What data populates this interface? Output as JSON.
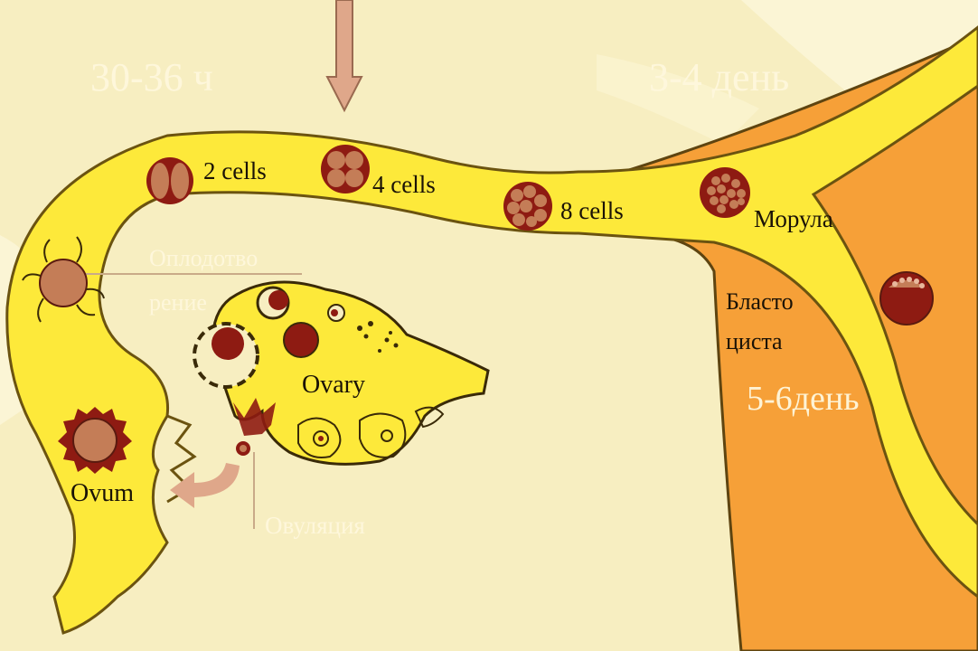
{
  "labels": {
    "time_30_36": "30-36 ч",
    "time_3_4": "3-4 день",
    "time_5_6": "5-6день",
    "cells_2": "2 cells",
    "cells_4": "4 cells",
    "cells_8": "8 cells",
    "morula": "Морула",
    "fertilization_line1": "Оплодотво",
    "fertilization_line2": "рение",
    "blastocyst_line1": "Бласто",
    "blastocyst_line2": "циста",
    "ovary": "Ovary",
    "ovum": "Ovum",
    "ovulation": "Овуляция"
  },
  "colors": {
    "background": "#f7eec1",
    "tube_fill": "#fde93a",
    "tube_stroke": "#6b5310",
    "uterus_fill": "#f6a038",
    "cell_fill": "#c47d57",
    "cell_dark": "#8e1b12",
    "arrow_fill": "#dfa78a"
  }
}
